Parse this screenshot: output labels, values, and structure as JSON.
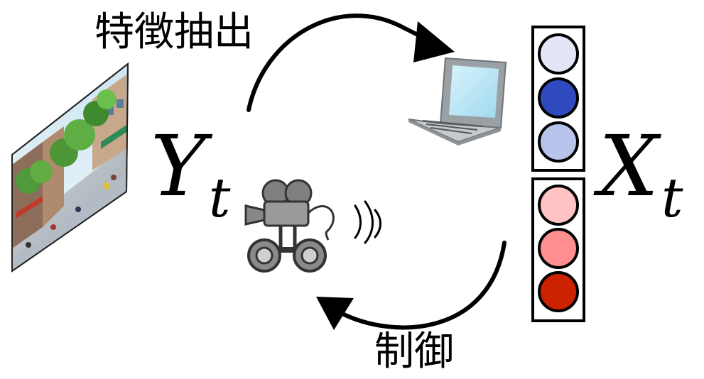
{
  "labels": {
    "feature_extraction": "特徴抽出",
    "control": "制御"
  },
  "math": {
    "observation": {
      "main": "Y",
      "sub": "t"
    },
    "state": {
      "main": "X",
      "sub": "t"
    }
  },
  "feature_vector": {
    "upper_colors": [
      "#e3e6f7",
      "#2f49bf",
      "#b9c4ec"
    ],
    "lower_colors": [
      "#ffc3c3",
      "#ff8f8f",
      "#cc2200"
    ]
  },
  "icons": {
    "scene": "street-scene-image-icon",
    "laptop": "laptop-icon",
    "robot": "camera-robot-icon",
    "signal": "wireless-signal-icon"
  }
}
